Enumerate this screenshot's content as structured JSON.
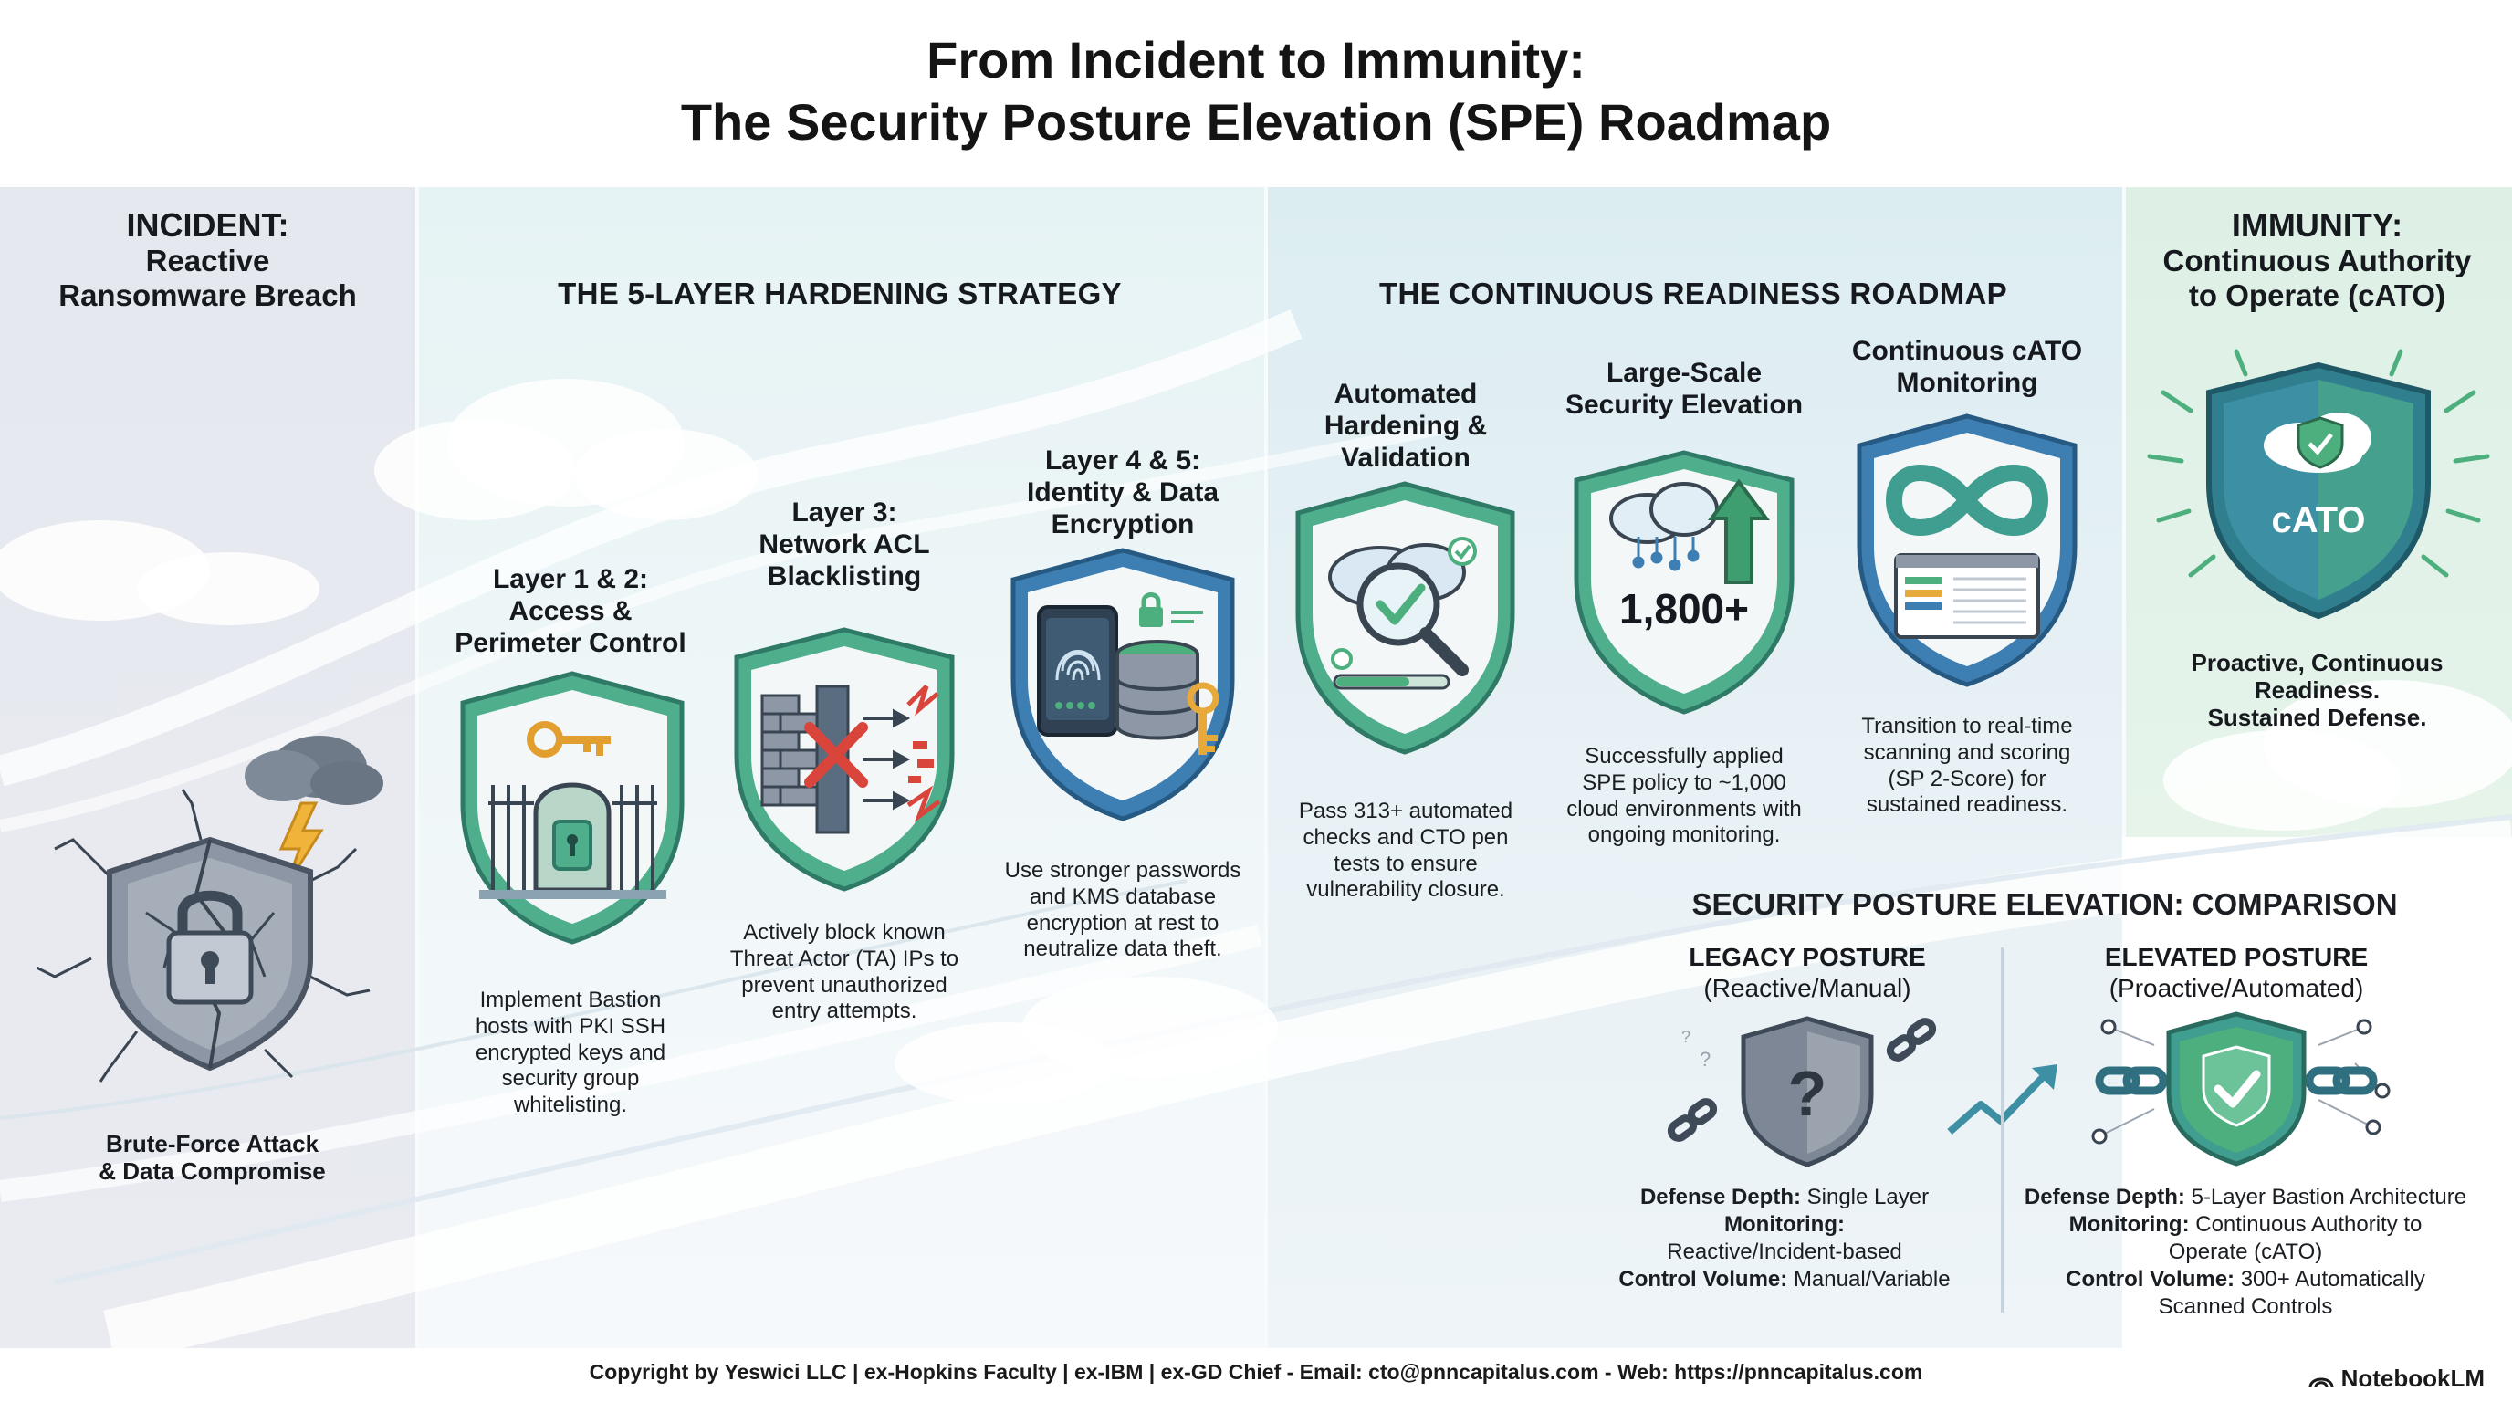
{
  "title": {
    "line1": "From Incident to Immunity:",
    "line2": "The Security Posture Elevation (SPE) Roadmap"
  },
  "incident": {
    "heading": "INCIDENT:",
    "subheading_line1": "Reactive",
    "subheading_line2": "Ransomware Breach",
    "caption_line1": "Brute-Force Attack",
    "caption_line2": "& Data Compromise"
  },
  "hardening": {
    "title": "THE 5-LAYER HARDENING STRATEGY",
    "layers": [
      {
        "label_lines": [
          "Layer 1 & 2:",
          "Access &",
          "Perimeter Control"
        ],
        "desc_lines": [
          "Implement Bastion",
          "hosts with PKI SSH",
          "encrypted keys and",
          "security group",
          "whitelisting."
        ]
      },
      {
        "label_lines": [
          "Layer 3:",
          "Network ACL",
          "Blacklisting"
        ],
        "desc_lines": [
          "Actively block known",
          "Threat Actor (TA) IPs to",
          "prevent unauthorized",
          "entry attempts."
        ]
      },
      {
        "label_lines": [
          "Layer 4 & 5:",
          "Identity & Data",
          "Encryption"
        ],
        "desc_lines": [
          "Use stronger passwords",
          "and KMS database",
          "encryption at rest to",
          "neutralize data theft."
        ]
      }
    ]
  },
  "roadmap": {
    "title": "THE CONTINUOUS READINESS ROADMAP",
    "steps": [
      {
        "label_lines": [
          "Automated",
          "Hardening &",
          "Validation"
        ],
        "desc_lines": [
          "Pass 313+ automated",
          "checks and CTO pen",
          "tests to ensure",
          "vulnerability closure."
        ]
      },
      {
        "label_lines": [
          "Large-Scale",
          "Security Elevation"
        ],
        "badge": "1,800+",
        "desc_lines": [
          "Successfully applied",
          "SPE policy to ~1,000",
          "cloud environments with",
          "ongoing monitoring."
        ]
      },
      {
        "label_lines": [
          "Continuous cATO",
          "Monitoring"
        ],
        "desc_lines": [
          "Transition to real-time",
          "scanning and scoring",
          "(SP 2-Score) for",
          "sustained readiness."
        ]
      }
    ]
  },
  "immunity": {
    "heading": "IMMUNITY:",
    "subheading_line1": "Continuous Authority",
    "subheading_line2": "to Operate (cATO)",
    "badge": "cATO",
    "desc_line1": "Proactive, Continuous",
    "desc_line2": "Readiness.",
    "desc_line3": "Sustained Defense."
  },
  "comparison": {
    "title": "SECURITY POSTURE ELEVATION: COMPARISON",
    "legacy": {
      "title": "LEGACY POSTURE",
      "subtitle": "(Reactive/Manual)",
      "defense_depth_label": "Defense Depth:",
      "defense_depth_value": "Single Layer",
      "monitoring_label": "Monitoring:",
      "monitoring_value": "Reactive/Incident-based",
      "control_volume_label": "Control Volume:",
      "control_volume_value": "Manual/Variable"
    },
    "elevated": {
      "title": "ELEVATED POSTURE",
      "subtitle": "(Proactive/Automated)",
      "defense_depth_label": "Defense Depth:",
      "defense_depth_value": "5-Layer Bastion Architecture",
      "monitoring_label": "Monitoring:",
      "monitoring_value_line1": "Continuous Authority to",
      "monitoring_value_line2": "Operate (cATO)",
      "control_volume_label": "Control Volume:",
      "control_volume_value_line1": "300+ Automatically",
      "control_volume_value_line2": "Scanned Controls"
    }
  },
  "footer": {
    "copyright": "Copyright by Yeswici LLC | ex-Hopkins Faculty | ex-IBM | ex-GD Chief - Email: cto@pnncapitalus.com - Web: https://pnncapitalus.com",
    "brand": "NotebookLM"
  },
  "colors": {
    "teal": "#3f9e8f",
    "blue": "#3d7fb3",
    "green": "#4caf7d",
    "gray_shield": "#7d8796",
    "accent_red": "#d9453b",
    "gold": "#e7a93a"
  }
}
